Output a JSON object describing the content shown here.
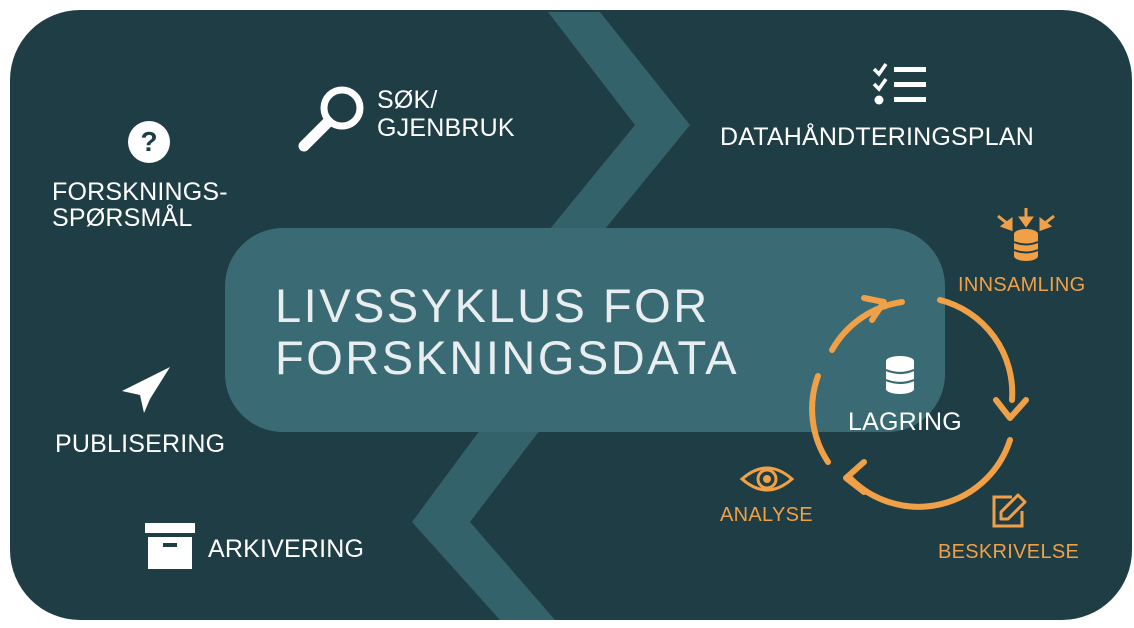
{
  "title": {
    "line1": "LIVSSYKLUS FOR",
    "line2": "FORSKNINGSDATA"
  },
  "stages": {
    "research_question": {
      "line1": "FORSKNINGS-",
      "line2": "SPØRSMÅL",
      "icon": "question-circle-icon"
    },
    "search": {
      "line1": "SØK/",
      "line2": "GJENBRUK",
      "icon": "magnifier-icon"
    },
    "data_plan": {
      "label": "DATAHÅNDTERINGSPLAN",
      "icon": "checklist-icon"
    },
    "collection": {
      "label": "INNSAMLING",
      "icon": "database-inflow-icon"
    },
    "storage": {
      "label": "LAGRING",
      "icon": "database-icon"
    },
    "description": {
      "label": "BESKRIVELSE",
      "icon": "edit-icon"
    },
    "analysis": {
      "label": "ANALYSE",
      "icon": "eye-icon"
    },
    "publishing": {
      "label": "PUBLISERING",
      "icon": "paper-plane-icon"
    },
    "archiving": {
      "label": "ARKIVERING",
      "icon": "archive-box-icon"
    }
  },
  "colors": {
    "background": "#1f3d45",
    "chevron": "#34626b",
    "title_band": "#3a6a73",
    "text": "#ffffff",
    "accent": "#f0a046"
  }
}
